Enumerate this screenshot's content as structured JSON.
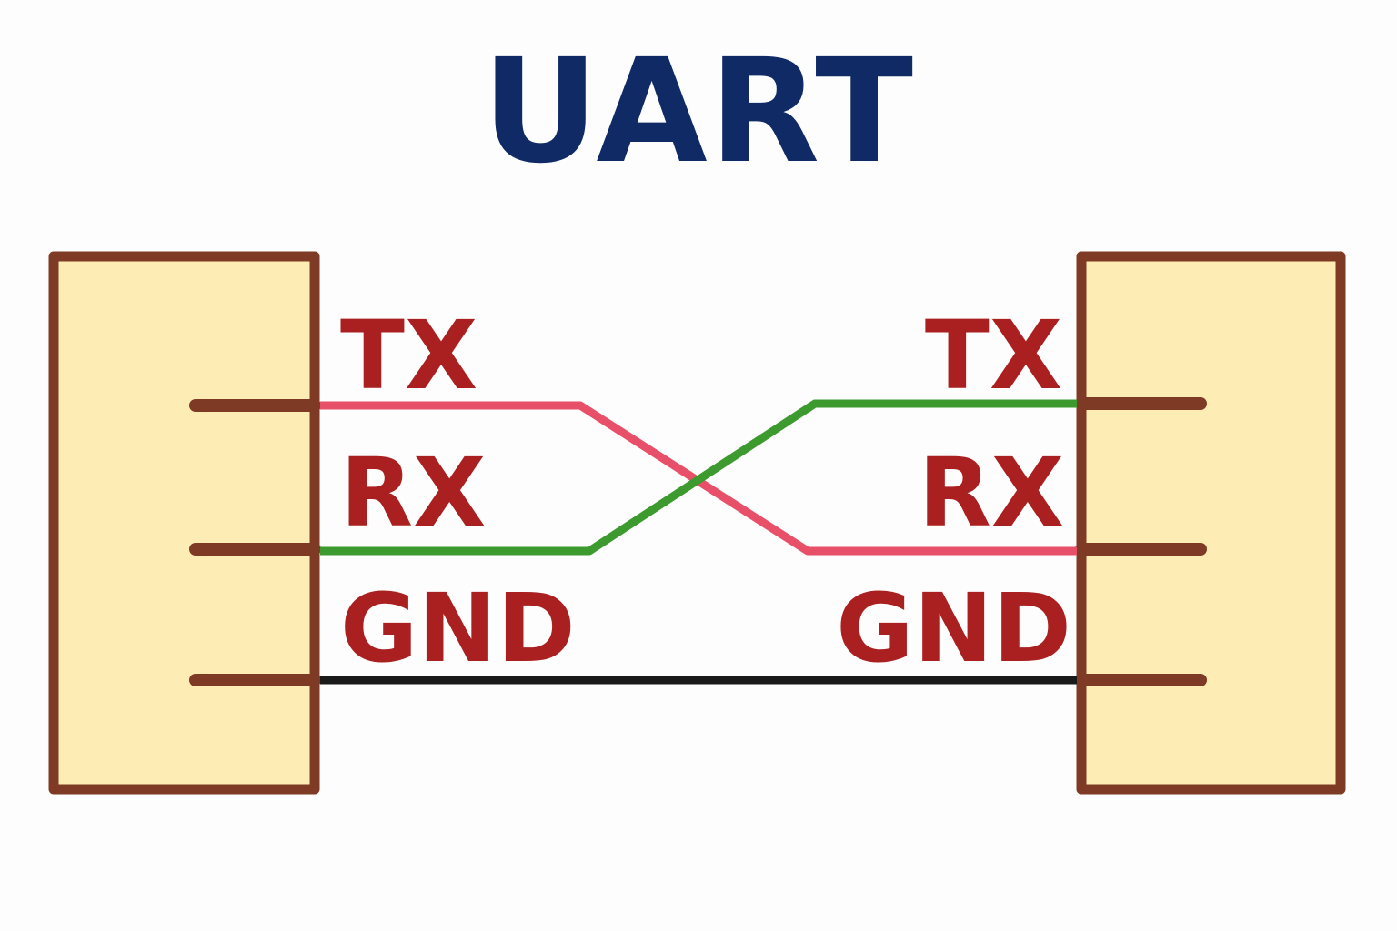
{
  "title": "UART",
  "left_device": {
    "pins": [
      {
        "label": "TX"
      },
      {
        "label": "RX"
      },
      {
        "label": "GND"
      }
    ]
  },
  "right_device": {
    "pins": [
      {
        "label": "TX"
      },
      {
        "label": "RX"
      },
      {
        "label": "GND"
      }
    ]
  },
  "wires": [
    {
      "from": "left.TX",
      "to": "right.RX",
      "color": "#e8506a"
    },
    {
      "from": "left.RX",
      "to": "right.TX",
      "color": "#3c9a2e"
    },
    {
      "from": "left.GND",
      "to": "right.GND",
      "color": "#1a1a1a"
    }
  ],
  "colors": {
    "title": "#0f2a64",
    "label": "#aa2020",
    "device_fill": "#fdedb5",
    "device_border": "#7e3a24",
    "pin": "#7e3a24"
  }
}
